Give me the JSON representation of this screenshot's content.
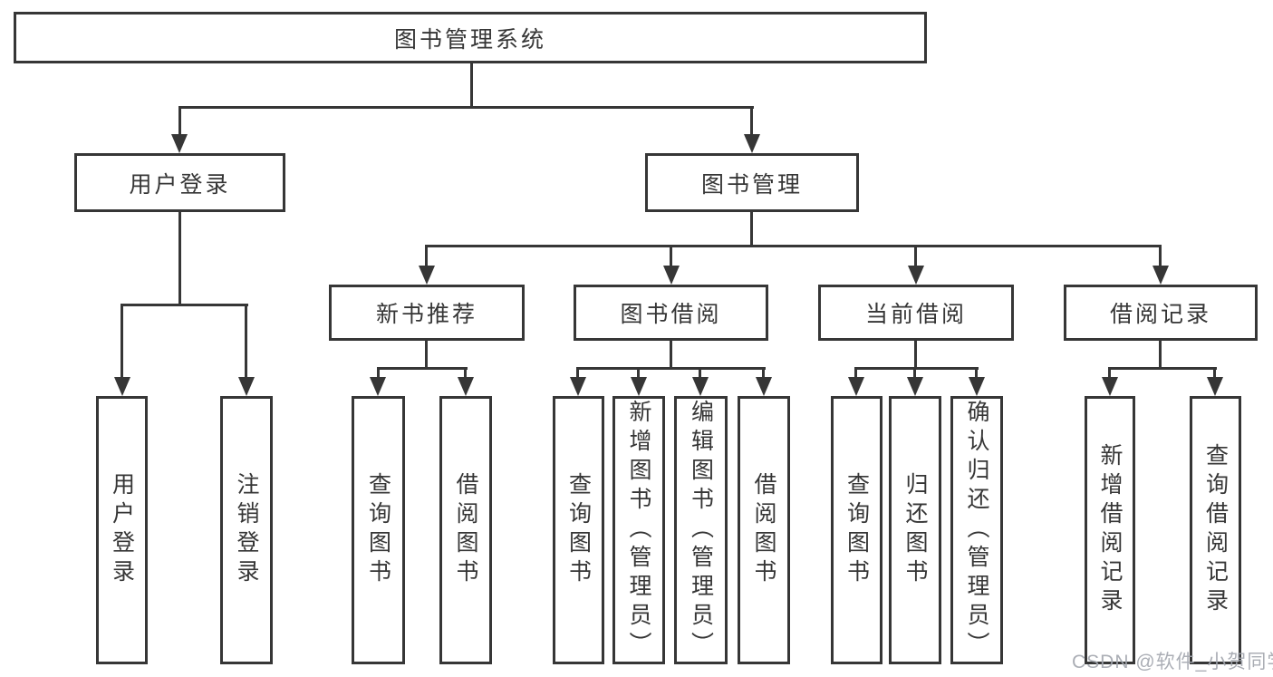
{
  "diagram_type": "hierarchy-tree",
  "colors": {
    "ink": "#363636",
    "background": "#ffffff",
    "watermark": "#a2a6ae"
  },
  "watermark": {
    "text": "CSDN @软件_小贺同学"
  },
  "tree": {
    "label": "图书管理系统",
    "children": [
      {
        "label": "用户登录",
        "children": [
          {
            "label": "用户登录"
          },
          {
            "label": "注销登录"
          }
        ]
      },
      {
        "label": "图书管理",
        "children": [
          {
            "label": "新书推荐",
            "children": [
              {
                "label": "查询图书"
              },
              {
                "label": "借阅图书"
              }
            ]
          },
          {
            "label": "图书借阅",
            "children": [
              {
                "label": "查询图书"
              },
              {
                "label": "新增图书（管理员）"
              },
              {
                "label": "编辑图书（管理员）"
              },
              {
                "label": "借阅图书"
              }
            ]
          },
          {
            "label": "当前借阅",
            "children": [
              {
                "label": "查询图书"
              },
              {
                "label": "归还图书"
              },
              {
                "label": "确认归还（管理员）"
              }
            ]
          },
          {
            "label": "借阅记录",
            "children": [
              {
                "label": "新增借阅记录"
              },
              {
                "label": "查询借阅记录"
              }
            ]
          }
        ]
      }
    ]
  }
}
